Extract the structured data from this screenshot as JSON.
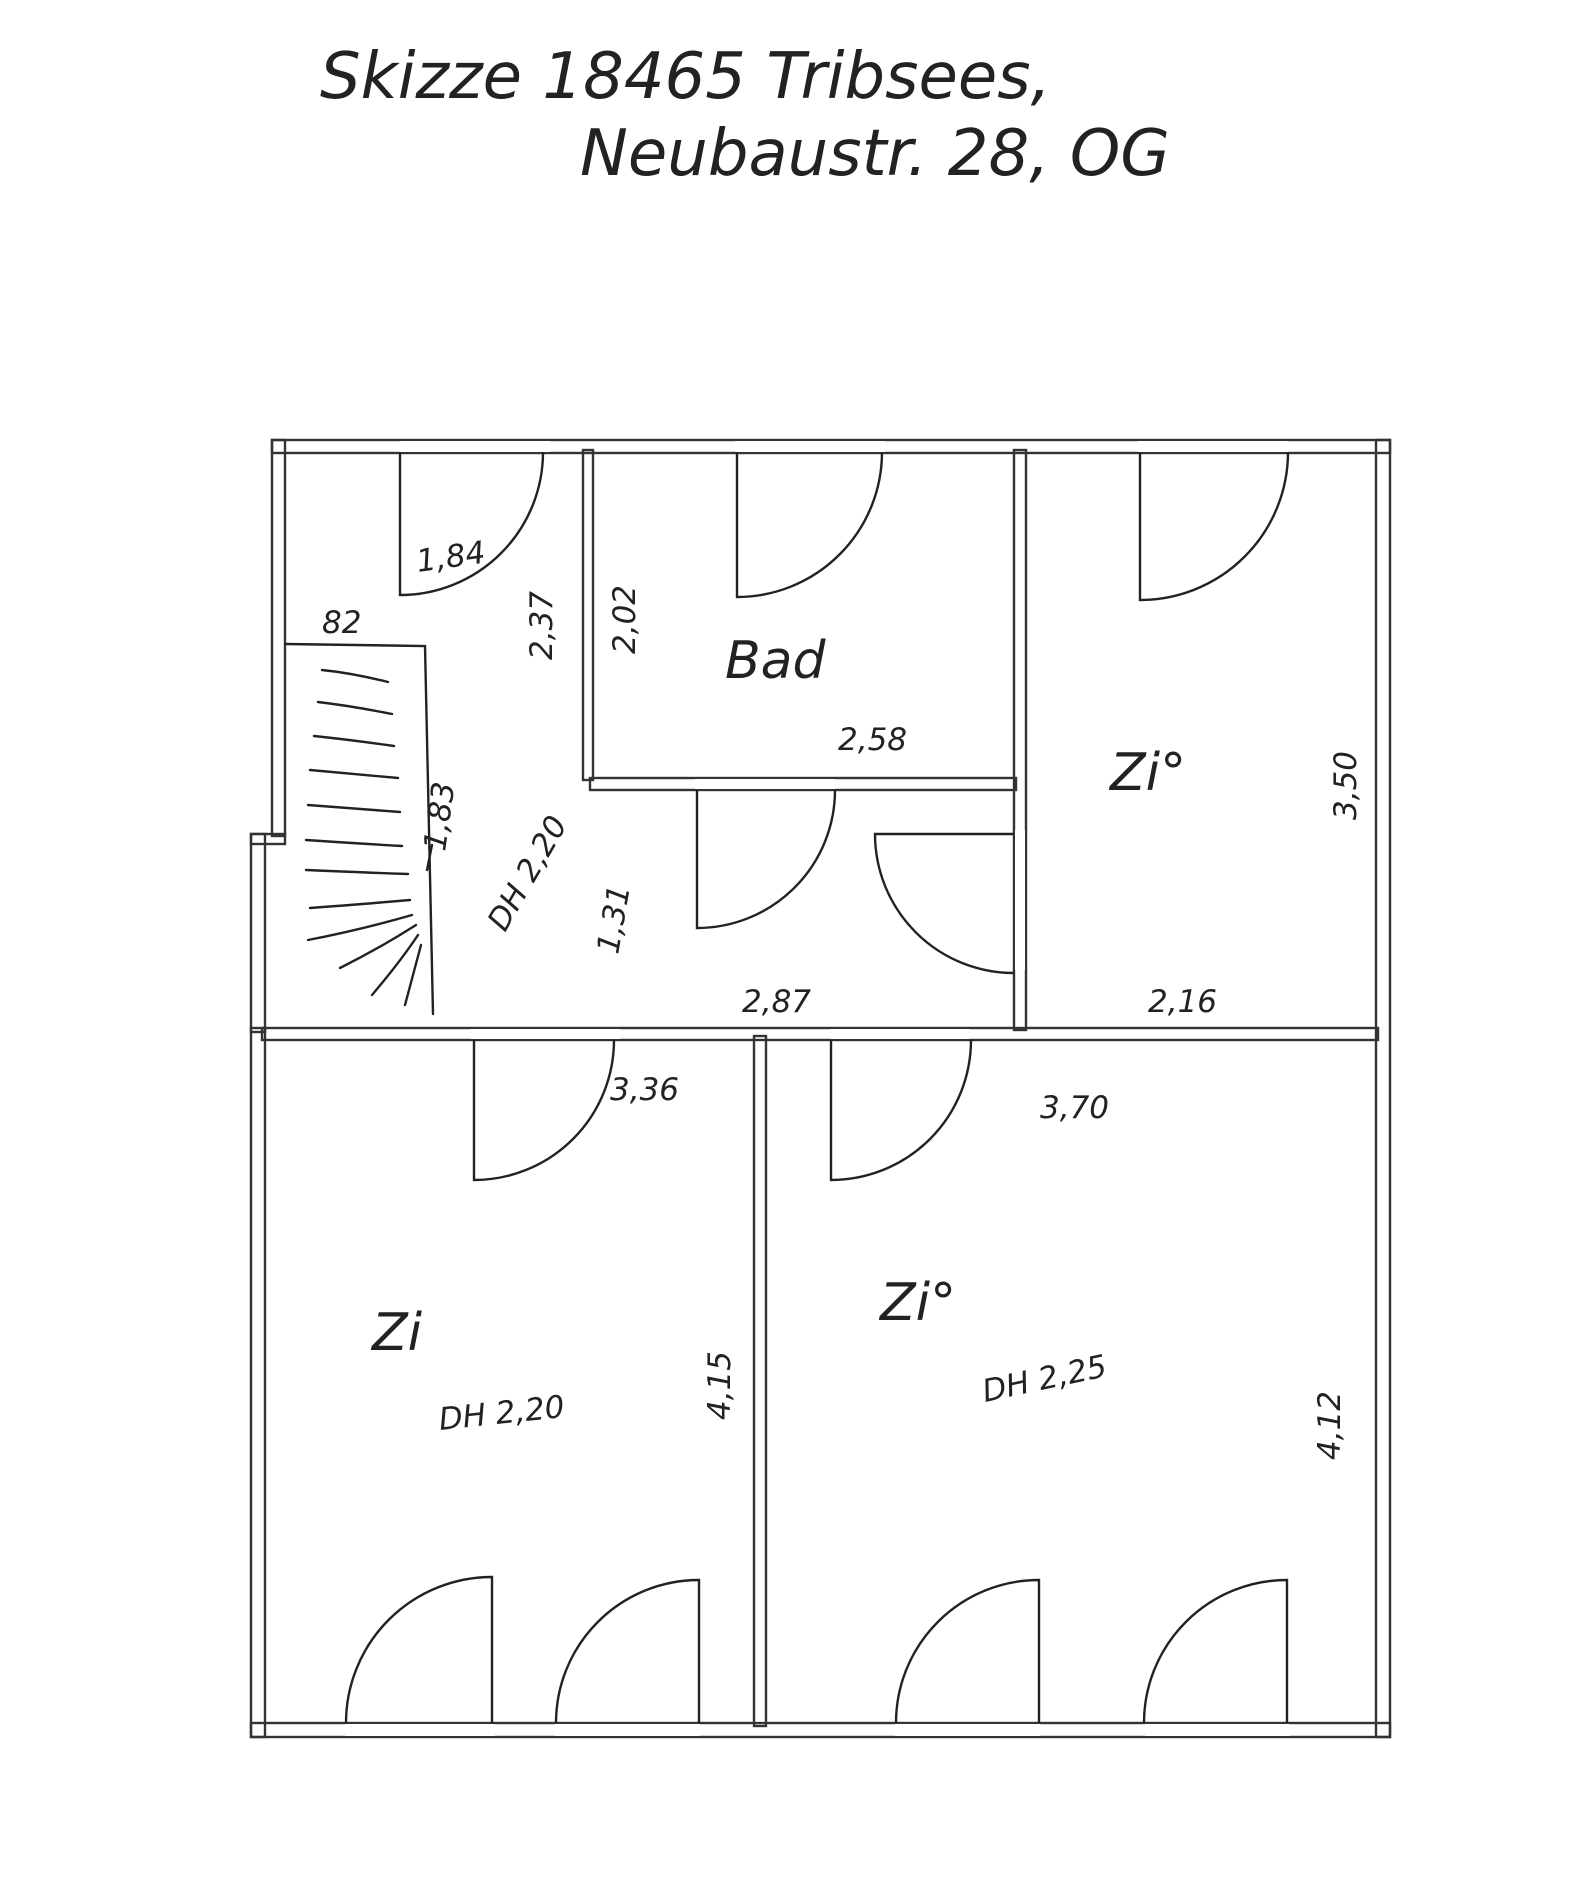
{
  "title": {
    "line1": "Skizze 18465 Tribsees,",
    "line2": "Neubaustr. 28, OG"
  },
  "rooms": {
    "bath": "Bad",
    "top_right": "Zi°",
    "bottom_left": "Zi",
    "bottom_right": "Zi°"
  },
  "dimensions": {
    "hall_top": "1,84",
    "hall_depth": "2,37",
    "stair_width": "82",
    "stair_length": "1,83",
    "hall_ceiling": "DH 2,20",
    "hall_lower_depth": "1,31",
    "hall_lower_width": "2,87",
    "bath_depth": "2,02",
    "bath_width": "2,58",
    "right_room_depth": "3,50",
    "right_room_width": "2,16",
    "bl_width": "3,36",
    "bl_ceiling": "DH 2,20",
    "bl_depth": "4,15",
    "br_width": "3,70",
    "br_ceiling": "DH 2,25",
    "br_depth": "4,12"
  }
}
